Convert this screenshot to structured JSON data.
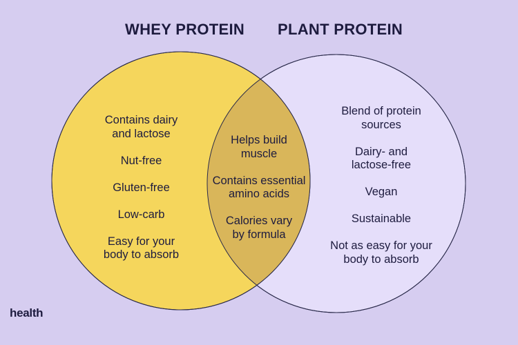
{
  "titles": {
    "left": "WHEY PROTEIN",
    "right": "PLANT PROTEIN"
  },
  "left_items": [
    "Contains dairy\nand lactose",
    "Nut-free",
    "Gluten-free",
    "Low-carb",
    "Easy for your\nbody to absorb"
  ],
  "center_items": [
    "Helps build\nmuscle",
    "Contains essential\namino acids",
    "Calories vary\nby formula"
  ],
  "right_items": [
    "Blend of protein\nsources",
    "Dairy- and\nlactose-free",
    "Vegan",
    "Sustainable",
    "Not as easy for your\nbody to absorb"
  ],
  "brand": "health",
  "colors": {
    "background": "#d6cdf0",
    "whey_circle": "#f5d65c",
    "plant_circle": "#e5defa",
    "overlap": "#d9b65a",
    "outline": "#2a2a4a",
    "text": "#1d1b3e"
  }
}
